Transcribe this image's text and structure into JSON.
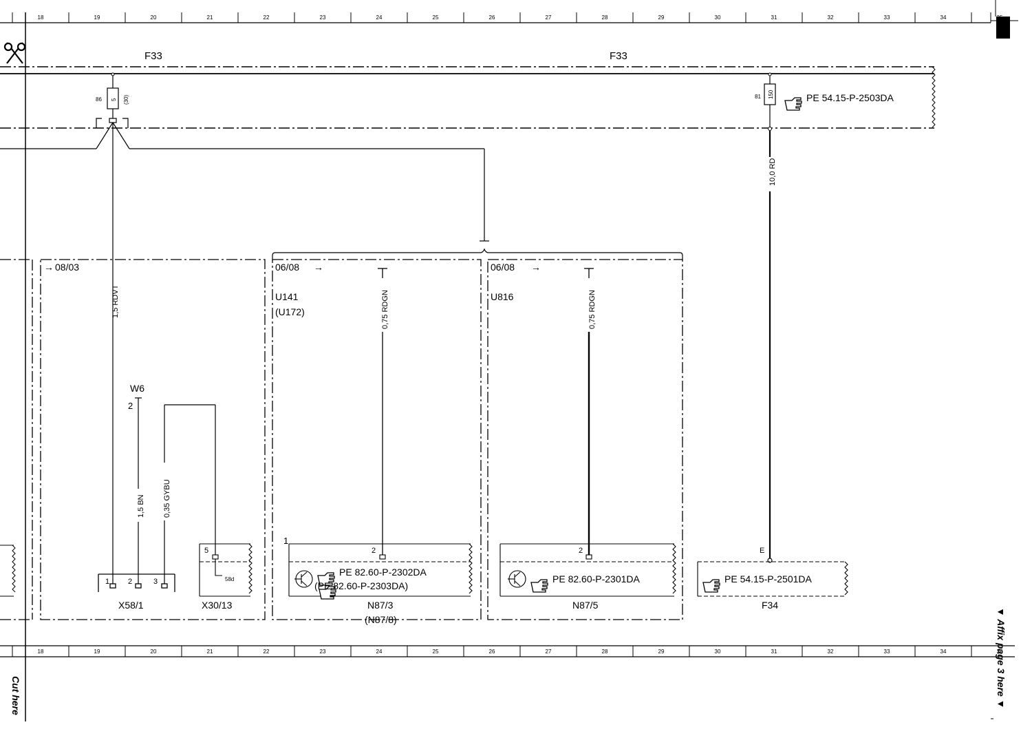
{
  "ruler": {
    "numbers": [
      "18",
      "19",
      "20",
      "21",
      "22",
      "23",
      "24",
      "25",
      "26",
      "27",
      "28",
      "29",
      "30",
      "31",
      "32",
      "33",
      "34",
      "35"
    ]
  },
  "margin": {
    "cut_here": "Cut here",
    "affix": "▼ Affix page 3 here ▼"
  },
  "fuse_rail": {
    "label_left": "F33",
    "label_right": "F33",
    "left_fuse": {
      "terminal": "86",
      "rating": "5",
      "extra": "(30)"
    },
    "right_fuse": {
      "terminal": "81",
      "rating": "150",
      "ref": "PE 54.15-P-2503DA"
    }
  },
  "wires": {
    "w1": "1,5 RDVT",
    "w2": "1,5 BN",
    "w3": "0,35 GYBU",
    "w4": "0,75 RDGN",
    "w5": "0,75 RDGN",
    "w6": "10,0 RD"
  },
  "box_a": {
    "date": "08/03",
    "ground": "W6",
    "ground_pin": "2",
    "connector": "X58/1",
    "pins": [
      "1",
      "2",
      "3"
    ],
    "x30_label": "X30/13",
    "x30_pin": "5",
    "x30_term": "58d"
  },
  "box_b": {
    "date": "06/08",
    "code1": "U141",
    "code2": "(U172)",
    "pin_top": "1",
    "pin": "2",
    "ref1": "PE 82.60-P-2302DA",
    "ref2": "(PE 82.60-P-2303DA)",
    "label": "N87/3",
    "label2": "(N87/8)"
  },
  "box_c": {
    "date": "06/08",
    "code": "U816",
    "pin": "2",
    "ref": "PE 82.60-P-2301DA",
    "label": "N87/5"
  },
  "box_d": {
    "pin": "E",
    "ref": "PE 54.15-P-2501DA",
    "label": "F34"
  }
}
